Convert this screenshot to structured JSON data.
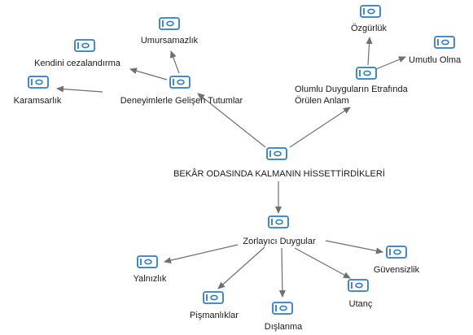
{
  "diagram": {
    "colors": {
      "icon": "#2f7dc4",
      "edge": "#6f6f6f",
      "text": "#1a1a1a"
    },
    "icon_name": "code-node-icon",
    "nodes": {
      "root": "BEKÂR ODASINDA KALMANIN HİSSETTİRDİKLERİ",
      "deneyimler": "Deneyimlerle Gelişen Tutumlar",
      "umursamazlik": "Umursamazlık",
      "kendini": "Kendini cezalandırma",
      "karamsarlik": "Karamsarlık",
      "olumlu_line1": "Olumlu Duyguların Etrafında",
      "olumlu_line2": "Örülen Anlam",
      "ozgurluk": "Özgürlük",
      "umutlu": "Umutlu Olma",
      "zorlayici": "Zorlayıcı Duygular",
      "yalnizlik": "Yalnızlık",
      "pismanliklar": "Pişmanlıklar",
      "dislanma": "Dışlanma",
      "utanc": "Utanç",
      "guvensizlik": "Güvensizlik"
    }
  }
}
